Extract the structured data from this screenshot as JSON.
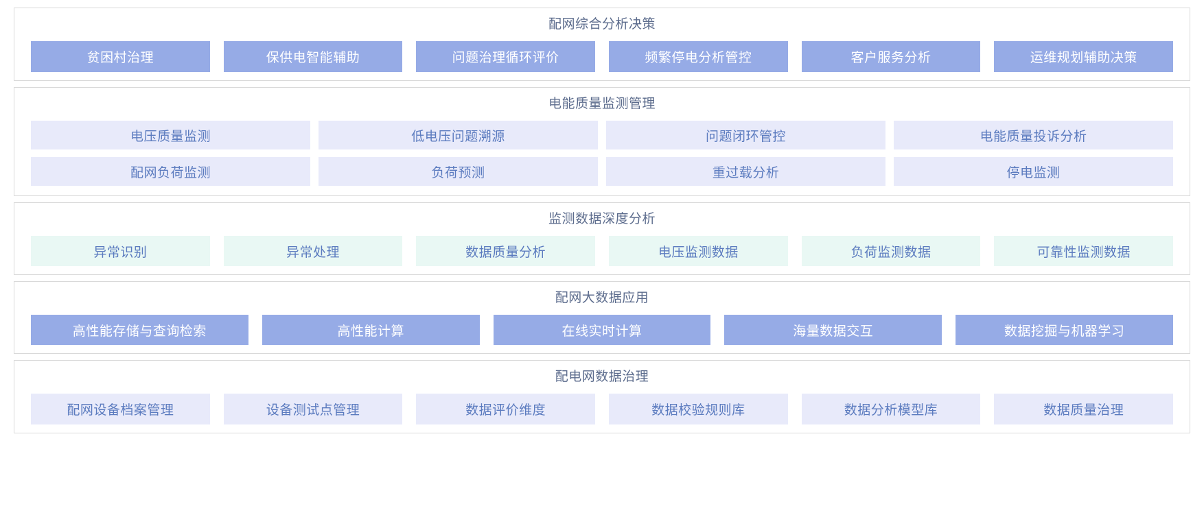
{
  "page": {
    "background": "#ffffff",
    "accent_solid": "#96abe6",
    "accent_lavender": "#e8eafa",
    "accent_teal": "#e9f8f4",
    "title_color": "#5b6b8c",
    "label_color_on_light": "#5b7bbf",
    "label_color_on_solid": "#ffffff",
    "border_color": "#d9d9d9"
  },
  "sections": [
    {
      "id": "comprehensive-analysis-decision",
      "title": "配网综合分析决策",
      "style": "solid",
      "rows": [
        {
          "items": [
            "贫困村治理",
            "保供电智能辅助",
            "问题治理循环评价",
            "频繁停电分析管控",
            "客户服务分析",
            "运维规划辅助决策"
          ]
        }
      ]
    },
    {
      "id": "power-quality-monitoring-management",
      "title": "电能质量监测管理",
      "style": "lav",
      "rows": [
        {
          "items": [
            "电压质量监测",
            "低电压问题溯源",
            "问题闭环管控",
            "电能质量投诉分析"
          ]
        },
        {
          "items": [
            "配网负荷监测",
            "负荷预测",
            "重过载分析",
            "停电监测"
          ]
        }
      ]
    },
    {
      "id": "monitoring-data-deep-analysis",
      "title": "监测数据深度分析",
      "style": "teal",
      "rows": [
        {
          "items": [
            "异常识别",
            "异常处理",
            "数据质量分析",
            "电压监测数据",
            "负荷监测数据",
            "可靠性监测数据"
          ]
        }
      ]
    },
    {
      "id": "distribution-network-bigdata-application",
      "title": "配网大数据应用",
      "style": "solid",
      "rows": [
        {
          "items": [
            "高性能存储与查询检索",
            "高性能计算",
            "在线实时计算",
            "海量数据交互",
            "数据挖掘与机器学习"
          ]
        }
      ]
    },
    {
      "id": "distribution-network-data-governance",
      "title": "配电网数据治理",
      "style": "lav",
      "rows": [
        {
          "items": [
            "配网设备档案管理",
            "设备测试点管理",
            "数据评价维度",
            "数据校验规则库",
            "数据分析模型库",
            "数据质量治理"
          ]
        }
      ]
    }
  ]
}
